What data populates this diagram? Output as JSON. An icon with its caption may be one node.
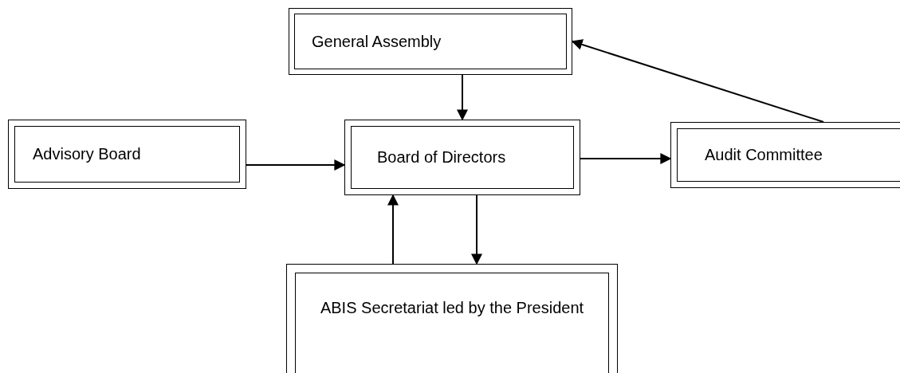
{
  "diagram": {
    "nodes": [
      {
        "text": [
          "General Assembly"
        ]
      },
      {
        "text": [
          "Advisory Board"
        ]
      },
      {
        "text": [
          "Board of Directors"
        ]
      },
      {
        "text": [
          "Audit Committee"
        ]
      },
      {
        "text": [
          "ABIS Secretariat led by the President"
        ]
      }
    ],
    "edges": [
      {
        "from": 0,
        "to": 2,
        "arrow": "to"
      },
      {
        "from": 3,
        "to": 0,
        "arrow": "to"
      },
      {
        "from": 1,
        "to": 2,
        "arrow": "to"
      },
      {
        "from": 2,
        "to": 3,
        "arrow": "to"
      },
      {
        "from": 2,
        "to": 4,
        "arrow": "to"
      },
      {
        "from": 4,
        "to": 2,
        "arrow": "to"
      }
    ]
  }
}
